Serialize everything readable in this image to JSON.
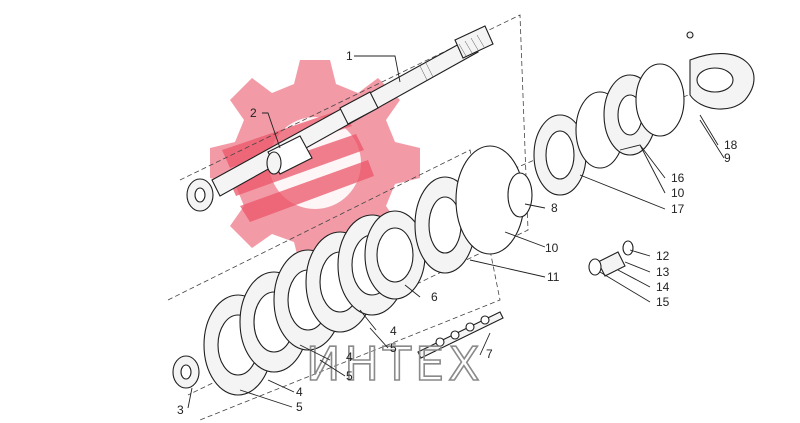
{
  "watermark": {
    "text": "ИНТЕХ",
    "logo_color": "#e8384f"
  },
  "callouts": [
    {
      "id": "c1",
      "label": "1"
    },
    {
      "id": "c2",
      "label": "2"
    },
    {
      "id": "c3",
      "label": "3"
    },
    {
      "id": "c4a",
      "label": "4"
    },
    {
      "id": "c4b",
      "label": "4"
    },
    {
      "id": "c4c",
      "label": "4"
    },
    {
      "id": "c5a",
      "label": "5"
    },
    {
      "id": "c5b",
      "label": "5"
    },
    {
      "id": "c5c",
      "label": "5"
    },
    {
      "id": "c6",
      "label": "6"
    },
    {
      "id": "c7",
      "label": "7"
    },
    {
      "id": "c8",
      "label": "8"
    },
    {
      "id": "c9",
      "label": "9"
    },
    {
      "id": "c10a",
      "label": "10"
    },
    {
      "id": "c10b",
      "label": "10"
    },
    {
      "id": "c11",
      "label": "11"
    },
    {
      "id": "c12",
      "label": "12"
    },
    {
      "id": "c13",
      "label": "13"
    },
    {
      "id": "c14",
      "label": "14"
    },
    {
      "id": "c15",
      "label": "15"
    },
    {
      "id": "c16",
      "label": "16"
    },
    {
      "id": "c17",
      "label": "17"
    },
    {
      "id": "c18",
      "label": "18"
    }
  ]
}
